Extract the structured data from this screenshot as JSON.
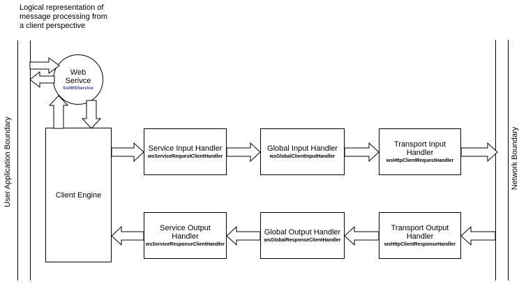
{
  "title": "Logical representation of\nmessage processing from\na client perspective",
  "boundaries": {
    "left": "User Application Boundary",
    "right": "Network Boundary"
  },
  "nodes": {
    "web_service": {
      "title": "Web\nSerivce",
      "sub": "SstWSService"
    },
    "client_engine": {
      "title": "Client Engine"
    },
    "service_input_handler": {
      "title": "Service Input Handler",
      "sub": "wsServiceRequestClientHandler"
    },
    "global_input_handler": {
      "title": "Global Input Handler",
      "sub": "wsGlobalClientInputHandler"
    },
    "transport_input_handler": {
      "title": "Transport Input\nHandler",
      "sub": "wsHttpClientRequestHandler"
    },
    "service_output_handler": {
      "title": "Service Output\nHandler",
      "sub": "wsServiceResponseClientHandler"
    },
    "global_output_handler": {
      "title": "Global Output Handler",
      "sub": "wsGlobalResponseClientHandler"
    },
    "transport_output_handler": {
      "title": "Transport Output\nHandler",
      "sub": "wsHttpClientResponseHandler"
    }
  },
  "colors": {
    "outline": "#000000",
    "background": "#ffffff",
    "box_sub_label": "#000000",
    "circle_sub_label": "#334499"
  }
}
